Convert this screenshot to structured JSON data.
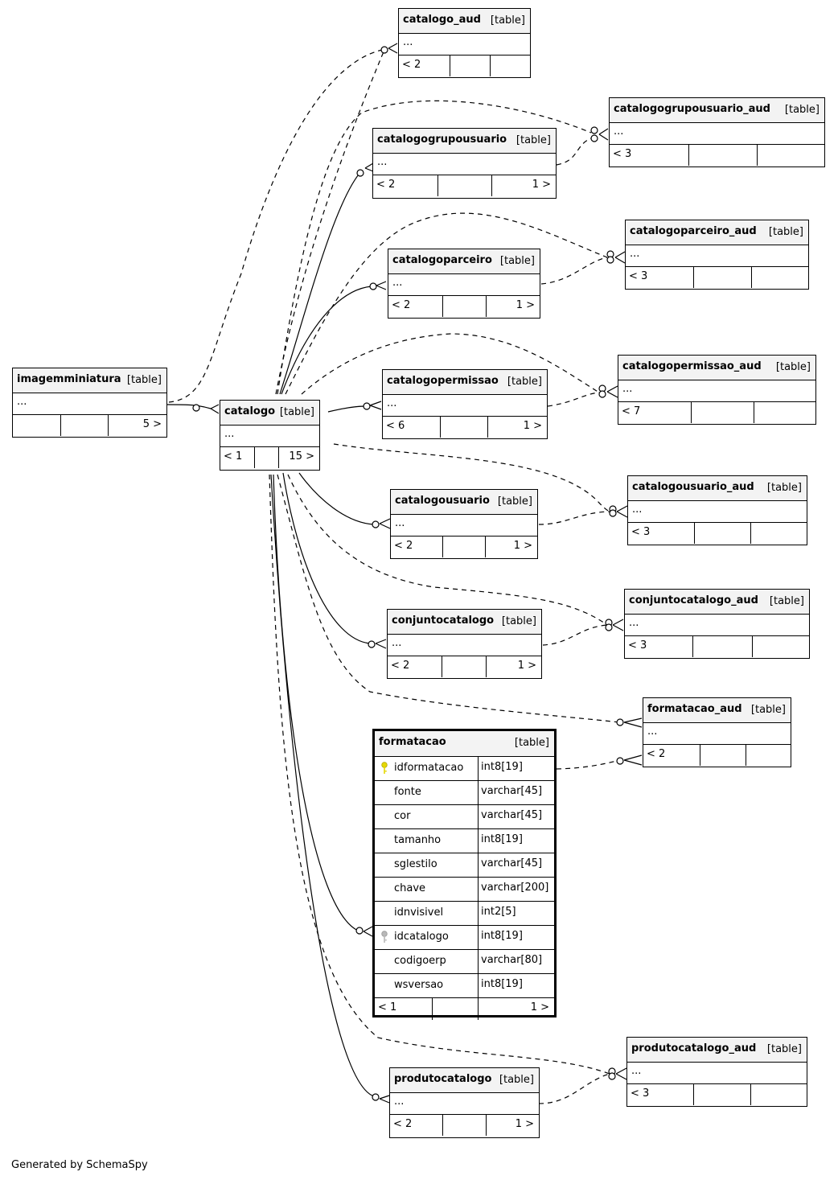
{
  "tables": {
    "catalogo_aud": {
      "name": "catalogo_aud",
      "type": "[table]",
      "columns_text": "...",
      "parents": "< 2",
      "mid": "",
      "children": ""
    },
    "catalogogrupousuario_aud": {
      "name": "catalogogrupousuario_aud",
      "type": "[table]",
      "columns_text": "...",
      "parents": "< 3",
      "mid": "",
      "children": ""
    },
    "catalogogrupousuario": {
      "name": "catalogogrupousuario",
      "type": "[table]",
      "columns_text": "...",
      "parents": "< 2",
      "mid": "",
      "children": "1 >"
    },
    "catalogoparceiro_aud": {
      "name": "catalogoparceiro_aud",
      "type": "[table]",
      "columns_text": "...",
      "parents": "< 3",
      "mid": "",
      "children": ""
    },
    "catalogoparceiro": {
      "name": "catalogoparceiro",
      "type": "[table]",
      "columns_text": "...",
      "parents": "< 2",
      "mid": "",
      "children": "1 >"
    },
    "imagemminiatura": {
      "name": "imagemminiatura",
      "type": "[table]",
      "columns_text": "...",
      "parents": "",
      "mid": "",
      "children": "5 >"
    },
    "catalogo": {
      "name": "catalogo",
      "type": "[table]",
      "columns_text": "...",
      "parents": "< 1",
      "mid": "",
      "children": "15 >"
    },
    "catalogopermissao": {
      "name": "catalogopermissao",
      "type": "[table]",
      "columns_text": "...",
      "parents": "< 6",
      "mid": "",
      "children": "1 >"
    },
    "catalogopermissao_aud": {
      "name": "catalogopermissao_aud",
      "type": "[table]",
      "columns_text": "...",
      "parents": "< 7",
      "mid": "",
      "children": ""
    },
    "catalogousuario": {
      "name": "catalogousuario",
      "type": "[table]",
      "columns_text": "...",
      "parents": "< 2",
      "mid": "",
      "children": "1 >"
    },
    "catalogousuario_aud": {
      "name": "catalogousuario_aud",
      "type": "[table]",
      "columns_text": "...",
      "parents": "< 3",
      "mid": "",
      "children": ""
    },
    "conjuntocatalogo": {
      "name": "conjuntocatalogo",
      "type": "[table]",
      "columns_text": "...",
      "parents": "< 2",
      "mid": "",
      "children": "1 >"
    },
    "conjuntocatalogo_aud": {
      "name": "conjuntocatalogo_aud",
      "type": "[table]",
      "columns_text": "...",
      "parents": "< 3",
      "mid": "",
      "children": ""
    },
    "formatacao_aud": {
      "name": "formatacao_aud",
      "type": "[table]",
      "columns_text": "...",
      "parents": "< 2",
      "mid": "",
      "children": ""
    },
    "produtocatalogo_aud": {
      "name": "produtocatalogo_aud",
      "type": "[table]",
      "columns_text": "...",
      "parents": "< 3",
      "mid": "",
      "children": ""
    },
    "produtocatalogo": {
      "name": "produtocatalogo",
      "type": "[table]",
      "columns_text": "...",
      "parents": "< 2",
      "mid": "",
      "children": "1 >"
    }
  },
  "formatacao": {
    "name": "formatacao",
    "type": "[table]",
    "columns": [
      {
        "name": "idformatacao",
        "type": "int8[19]",
        "key": "primary"
      },
      {
        "name": "fonte",
        "type": "varchar[45]",
        "key": ""
      },
      {
        "name": "cor",
        "type": "varchar[45]",
        "key": ""
      },
      {
        "name": "tamanho",
        "type": "int8[19]",
        "key": ""
      },
      {
        "name": "sglestilo",
        "type": "varchar[45]",
        "key": ""
      },
      {
        "name": "chave",
        "type": "varchar[200]",
        "key": ""
      },
      {
        "name": "idnvisivel",
        "type": "int2[5]",
        "key": ""
      },
      {
        "name": "idcatalogo",
        "type": "int8[19]",
        "key": "foreign"
      },
      {
        "name": "codigoerp",
        "type": "varchar[80]",
        "key": ""
      },
      {
        "name": "wsversao",
        "type": "int8[19]",
        "key": ""
      }
    ],
    "parents": "< 1",
    "mid": "",
    "children": "1 >"
  },
  "relationships": [
    {
      "from": "imagemminiatura",
      "to": "catalogo",
      "style": "solid"
    },
    {
      "from": "imagemminiatura",
      "to": "catalogo_aud",
      "style": "dashed"
    },
    {
      "from": "catalogo",
      "to": "catalogo_aud",
      "style": "dashed"
    },
    {
      "from": "catalogo",
      "to": "catalogogrupousuario",
      "style": "solid"
    },
    {
      "from": "catalogo",
      "to": "catalogogrupousuario_aud",
      "style": "dashed"
    },
    {
      "from": "catalogogrupousuario",
      "to": "catalogogrupousuario_aud",
      "style": "dashed"
    },
    {
      "from": "catalogo",
      "to": "catalogoparceiro",
      "style": "solid"
    },
    {
      "from": "catalogo",
      "to": "catalogoparceiro_aud",
      "style": "dashed"
    },
    {
      "from": "catalogoparceiro",
      "to": "catalogoparceiro_aud",
      "style": "dashed"
    },
    {
      "from": "catalogo",
      "to": "catalogopermissao",
      "style": "solid"
    },
    {
      "from": "catalogo",
      "to": "catalogopermissao_aud",
      "style": "dashed"
    },
    {
      "from": "catalogopermissao",
      "to": "catalogopermissao_aud",
      "style": "dashed"
    },
    {
      "from": "catalogo",
      "to": "catalogousuario",
      "style": "solid"
    },
    {
      "from": "catalogo",
      "to": "catalogousuario_aud",
      "style": "dashed"
    },
    {
      "from": "catalogousuario",
      "to": "catalogousuario_aud",
      "style": "dashed"
    },
    {
      "from": "catalogo",
      "to": "conjuntocatalogo",
      "style": "solid"
    },
    {
      "from": "catalogo",
      "to": "conjuntocatalogo_aud",
      "style": "dashed"
    },
    {
      "from": "conjuntocatalogo",
      "to": "conjuntocatalogo_aud",
      "style": "dashed"
    },
    {
      "from": "catalogo",
      "to": "formatacao_aud",
      "style": "dashed"
    },
    {
      "from": "catalogo",
      "to": "formatacao",
      "style": "solid"
    },
    {
      "from": "formatacao",
      "to": "formatacao_aud",
      "style": "dashed"
    },
    {
      "from": "catalogo",
      "to": "produtocatalogo",
      "style": "solid"
    },
    {
      "from": "catalogo",
      "to": "produtocatalogo_aud",
      "style": "dashed"
    },
    {
      "from": "produtocatalogo",
      "to": "produtocatalogo_aud",
      "style": "dashed"
    }
  ],
  "icons": {
    "primary_key": "key-icon-yellow",
    "foreign_key": "key-icon-gray"
  },
  "colors": {
    "primary_key": "#e5d800",
    "foreign_key": "#b8b8b8",
    "header_bg": "#f3f3f3"
  },
  "footer": {
    "credit": "Generated by SchemaSpy"
  }
}
